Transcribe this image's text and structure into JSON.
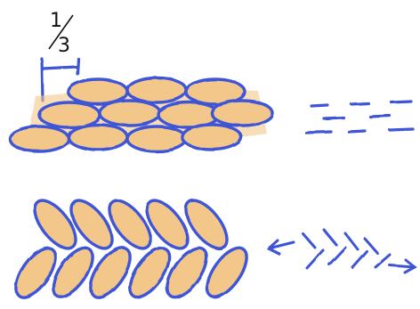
{
  "figure": {
    "fraction": {
      "numerator": "1",
      "denominator": "3"
    },
    "colors": {
      "outline": "#3d55d6",
      "fill": "#f3c68a",
      "fill_shadow": "#ebb978",
      "ink": "#111111"
    },
    "patterns": [
      {
        "name": "stretcher-bond",
        "rows": 3,
        "offset_fraction": "1/3"
      },
      {
        "name": "herringbone"
      }
    ],
    "icons": [
      "offset-dimension-icon",
      "dashes-icon",
      "bidirectional-arrow-icon"
    ]
  }
}
